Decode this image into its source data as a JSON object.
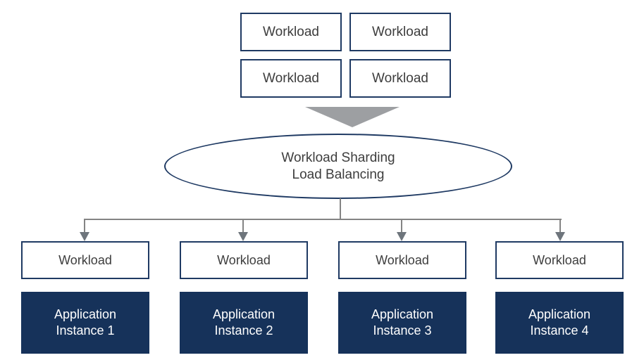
{
  "colors": {
    "navy_fill": "#16325a",
    "navy_border": "#1f3a63",
    "line_gray": "#848484",
    "arrow_gray": "#6e757c",
    "funnel_gray": "#9d9fa2",
    "text_dark": "#3d3d3d",
    "text_light": "#ffffff"
  },
  "top_cluster": {
    "boxes": [
      {
        "label": "Workload"
      },
      {
        "label": "Workload"
      },
      {
        "label": "Workload"
      },
      {
        "label": "Workload"
      }
    ]
  },
  "balancer": {
    "line1": "Workload Sharding",
    "line2": "Load Balancing"
  },
  "columns": [
    {
      "workload": "Workload",
      "instance_line1": "Application",
      "instance_line2": "Instance 1"
    },
    {
      "workload": "Workload",
      "instance_line1": "Application",
      "instance_line2": "Instance 2"
    },
    {
      "workload": "Workload",
      "instance_line1": "Application",
      "instance_line2": "Instance 3"
    },
    {
      "workload": "Workload",
      "instance_line1": "Application",
      "instance_line2": "Instance 4"
    }
  ]
}
